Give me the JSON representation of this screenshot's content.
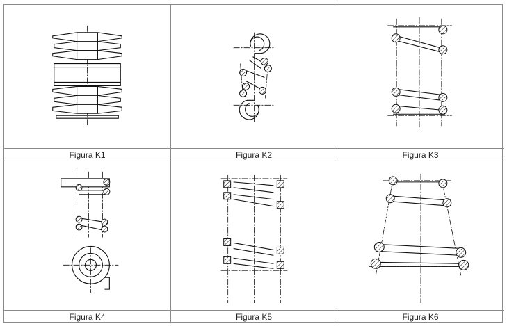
{
  "figures": [
    {
      "caption": "Figura K1",
      "icon": "disc-spring-stack-drawing"
    },
    {
      "caption": "Figura K2",
      "icon": "tension-spring-hooks-drawing"
    },
    {
      "caption": "Figura K3",
      "icon": "compression-spring-round-wire-drawing"
    },
    {
      "caption": "Figura K4",
      "icon": "spring-with-loop-end-drawing"
    },
    {
      "caption": "Figura K5",
      "icon": "compression-spring-square-wire-drawing"
    },
    {
      "caption": "Figura K6",
      "icon": "conical-spring-drawing"
    }
  ]
}
